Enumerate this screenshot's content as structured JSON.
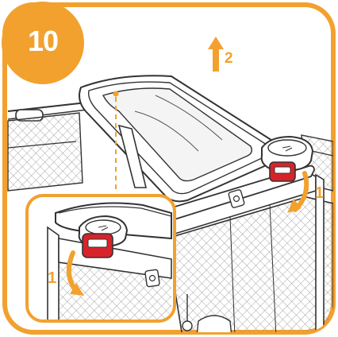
{
  "step": {
    "number": "10"
  },
  "callouts": {
    "lift_label": "2",
    "right_press_label": "1",
    "inset_press_label": "1"
  },
  "colors": {
    "accent": "#f2a12e",
    "latch_red": "#d8232a",
    "line": "#333333",
    "mesh": "#9a9a9a"
  },
  "icons": {
    "lift": "arrow-up-icon",
    "press_right": "curved-arrow-down-icon",
    "press_left": "curved-arrow-down-icon"
  }
}
